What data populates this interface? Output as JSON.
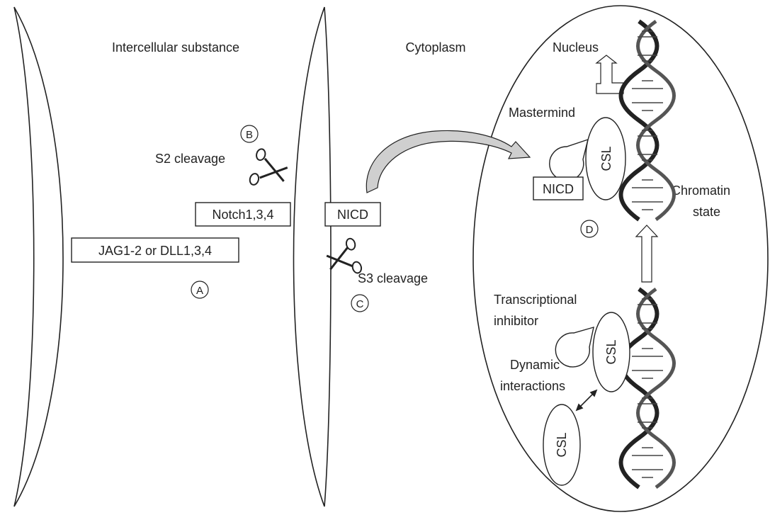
{
  "labels": {
    "intercellular": "Intercellular substance",
    "cytoplasm": "Cytoplasm",
    "nucleus": "Nucleus",
    "mastermind": "Mastermind",
    "s2_cleavage": "S2 cleavage",
    "s3_cleavage": "S3 cleavage",
    "notch_receptor": "Notch1,3,4",
    "ligand": "JAG1-2 or DLL1,3,4",
    "nicd_membrane": "NICD",
    "nicd_nucleus": "NICD",
    "chromatin": "Chromatin",
    "state": "state",
    "transcriptional": "Transcriptional",
    "inhibitor": "inhibitor",
    "dynamic": "Dynamic",
    "interactions": "interactions",
    "csl_top": "CSL",
    "csl_mid": "CSL",
    "csl_bottom": "CSL"
  },
  "steps": {
    "a": "A",
    "b": "B",
    "c": "C",
    "d": "D"
  },
  "colors": {
    "line": "#222222",
    "curve_arrow_fill": "#cfcfcf",
    "background": "#ffffff"
  }
}
